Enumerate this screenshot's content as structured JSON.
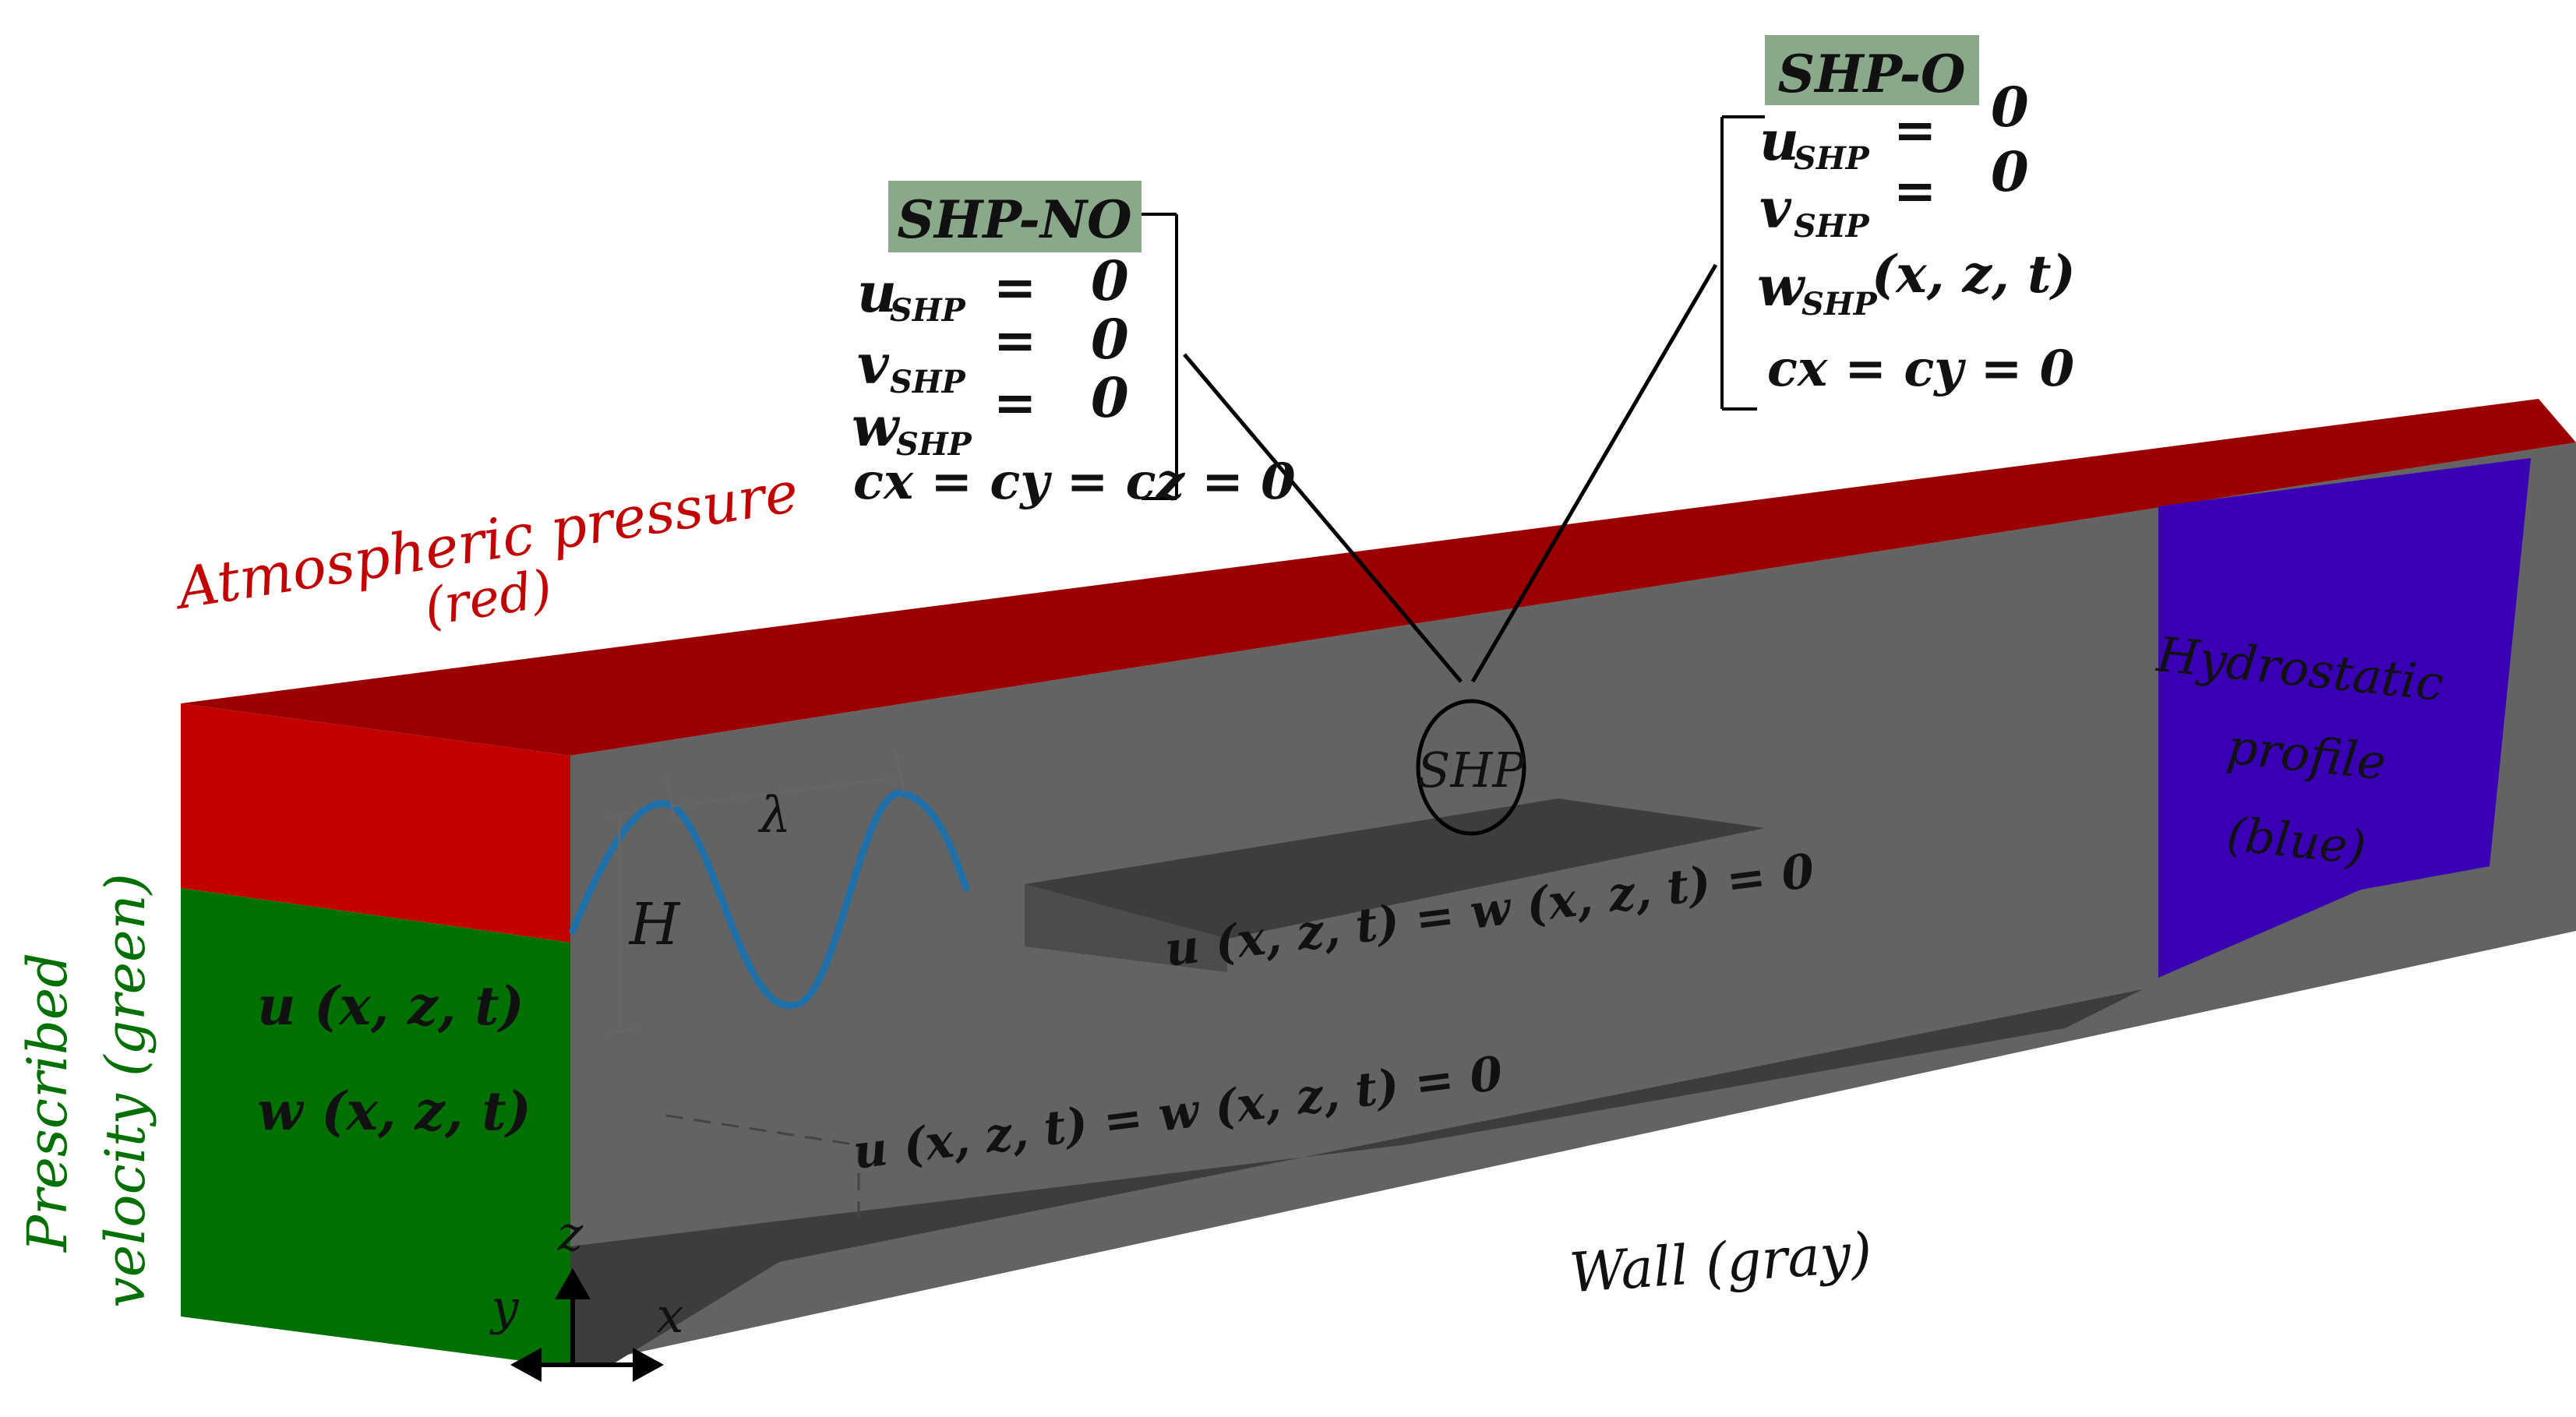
{
  "colors": {
    "atmospheric": "#c30000",
    "atmospheric_top": "#9b0000",
    "velocity": "#007000",
    "wall": "#626362",
    "wall_dark": "#3c3d3c",
    "hydrostatic": "#3a00b4",
    "box_header": "#8aa88a",
    "wave": "#1f6fa8"
  },
  "labels": {
    "atmospheric_line1": "Atmospheric pressure",
    "atmospheric_line2": "(red)",
    "prescribed_line1": "Prescribed",
    "prescribed_line2": "velocity (green)",
    "hydro_line1": "Hydrostatic",
    "hydro_line2": "profile",
    "hydro_line3": "(blue)",
    "wall": "Wall (gray)",
    "shp": "SHP",
    "lambda": "λ",
    "height": "H",
    "inlet_u": "u (x, z, t)",
    "inlet_w": "w (x, z, t)",
    "plate_bc": "u  (x, z, t)  = w  (x, z, t)  = 0",
    "bottom_bc": "u  (x, z, t) = w (x, z, t) = 0",
    "axis_z": "z",
    "axis_y": "y",
    "axis_x": "x"
  },
  "box_no": {
    "title": "SHP-NO",
    "rows": [
      {
        "var": "u",
        "sub": "SHP",
        "eq": "=",
        "val": "0"
      },
      {
        "var": "v",
        "sub": "SHP",
        "eq": "=",
        "val": "0"
      },
      {
        "var": "w",
        "sub": "SHP",
        "eq": "=",
        "val": "0"
      }
    ],
    "last": "cx = cy = cz = 0"
  },
  "box_o": {
    "title": "SHP-O",
    "rows": [
      {
        "var": "u",
        "sub": "SHP",
        "eq": "=",
        "val": "0"
      },
      {
        "var": "v",
        "sub": "SHP",
        "eq": "=",
        "val": "0"
      }
    ],
    "w_row": {
      "var": "w",
      "sub": "SHP",
      "rest": "(x, z, t)"
    },
    "last": "cx = cy = 0"
  }
}
